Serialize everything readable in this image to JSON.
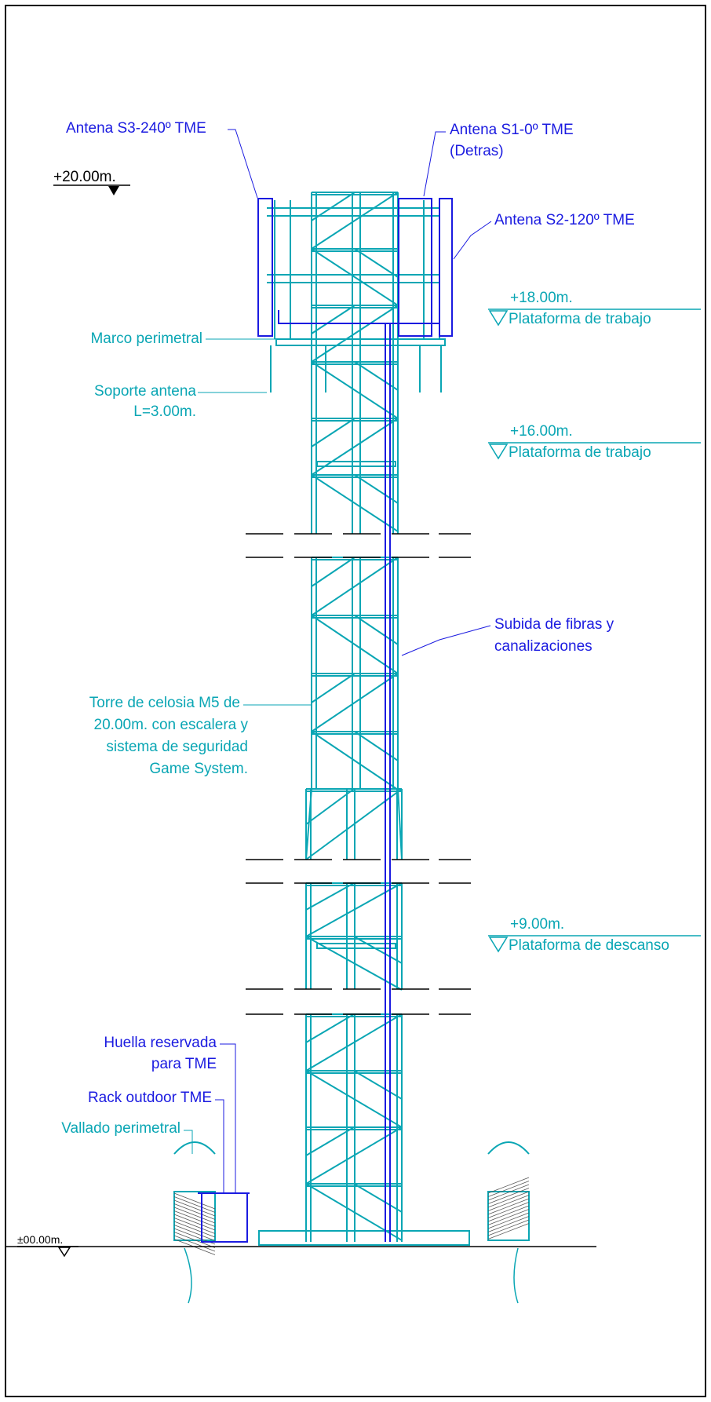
{
  "colors": {
    "tower": "#0aa6b4",
    "telecom_equipment": "#1b1be0",
    "structure_labels": "#0aa6b4",
    "equipment_labels": "#1b1be0",
    "level_marks": "#000000",
    "frame": "#000000",
    "hatch": "#555555"
  },
  "levels": {
    "top": "+20.00m.",
    "ground": "±00.00m."
  },
  "platforms": [
    {
      "elevation": "+18.00m.",
      "name": "Plataforma de trabajo"
    },
    {
      "elevation": "+16.00m.",
      "name": "Plataforma de trabajo"
    },
    {
      "elevation": "+9.00m.",
      "name": "Plataforma de descanso"
    }
  ],
  "labels": {
    "antenna_s3": "Antena S3-240º TME",
    "antenna_s1": "Antena S1-0º TME",
    "antenna_s1_note": "(Detras)",
    "antenna_s2": "Antena S2-120º TME",
    "perimeter_frame": "Marco perimetral",
    "antenna_support_1": "Soporte antena",
    "antenna_support_2": "L=3.00m.",
    "fiber_1": "Subida de fibras y",
    "fiber_2": "canalizaciones",
    "tower_1": "Torre de celosia M5 de",
    "tower_2": "20.00m. con escalera y",
    "tower_3": "sistema de seguridad",
    "tower_4": "Game System.",
    "footprint_1": "Huella reservada",
    "footprint_2": "para TME",
    "rack": "Rack outdoor TME",
    "fence": "Vallado perimetral"
  }
}
